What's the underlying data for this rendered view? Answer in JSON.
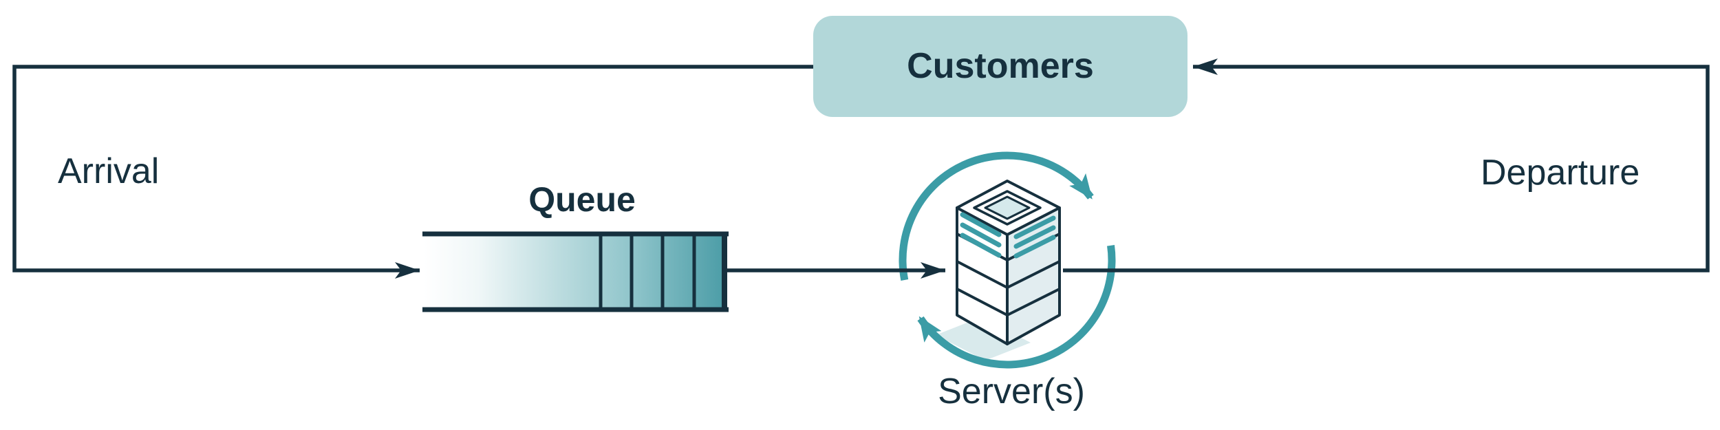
{
  "diagram": {
    "nodes": {
      "customers": {
        "label": "Customers"
      },
      "queue": {
        "label": "Queue",
        "occupied_cells": 4
      },
      "server": {
        "label": "Server(s)",
        "icon": "server-tower-icon",
        "cycle_icon": "circular-arrows-icon"
      }
    },
    "edges": {
      "arrival": {
        "label": "Arrival"
      },
      "departure": {
        "label": "Departure"
      }
    },
    "colors": {
      "background": "#ffffff",
      "navy": "#16303e",
      "teal": "#3b9ca6",
      "queue_teal": "#4c9da7",
      "customers_fill": "#b2d7d9",
      "server_side_fill": "#e2edf0",
      "server_top_fill": "#d5e9ec",
      "shadow_fill": "#d9eaec"
    }
  }
}
